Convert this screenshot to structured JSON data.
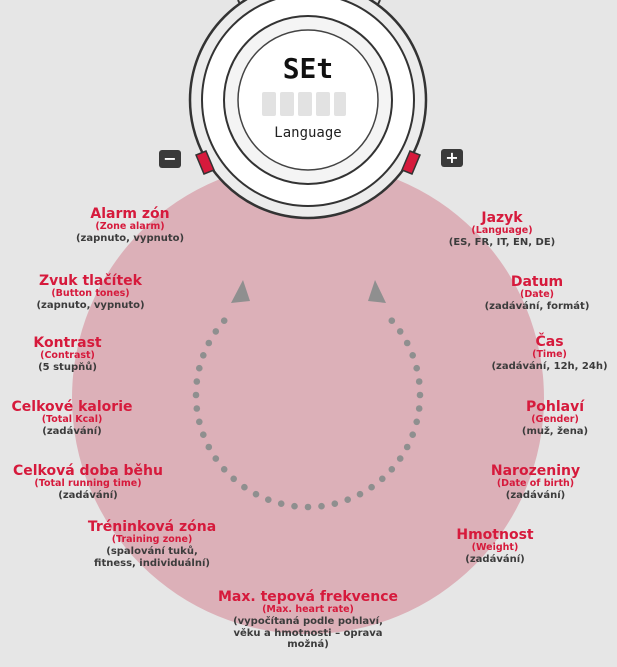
{
  "watch": {
    "display_mode": "SEt",
    "display_item": "Language",
    "minus_label": "−",
    "plus_label": "+"
  },
  "menu": {
    "left": [
      {
        "title": "Alarm zón",
        "sub": "(Zone alarm)",
        "desc": "(zapnuto, vypnuto)"
      },
      {
        "title": "Zvuk tlačítek",
        "sub": "(Button tones)",
        "desc": "(zapnuto, vypnuto)"
      },
      {
        "title": "Kontrast",
        "sub": "(Contrast)",
        "desc": "(5 stupňů)"
      },
      {
        "title": "Celkové kalorie",
        "sub": "(Total Kcal)",
        "desc": "(zadávání)"
      },
      {
        "title": "Celková doba běhu",
        "sub": "(Total running time)",
        "desc": "(zadávání)"
      },
      {
        "title": "Tréninková zóna",
        "sub": "(Training zone)",
        "desc": "(spalování tuků, fitness, individuální)"
      }
    ],
    "right": [
      {
        "title": "Jazyk",
        "sub": "(Language)",
        "desc": "(ES, FR, IT, EN, DE)"
      },
      {
        "title": "Datum",
        "sub": "(Date)",
        "desc": "(zadávání, formát)"
      },
      {
        "title": "Čas",
        "sub": "(Time)",
        "desc": "(zadávání, 12h, 24h)"
      },
      {
        "title": "Pohlaví",
        "sub": "(Gender)",
        "desc": "(muž, žena)"
      },
      {
        "title": "Narozeniny",
        "sub": "(Date of birth)",
        "desc": "(zadávání)"
      },
      {
        "title": "Hmotnost",
        "sub": "(Weight)",
        "desc": "(zadávání)"
      }
    ],
    "bottom": {
      "title": "Max. tepová frekvence",
      "sub": "(Max. heart rate)",
      "desc": "(vypočítaná podle pohlaví, věku a hmotnosti – oprava možná)"
    }
  },
  "colors": {
    "accent": "#d61a3c",
    "ring": "#dcb0b8",
    "background": "#e6e6e6",
    "dots": "#8f8f8f"
  }
}
